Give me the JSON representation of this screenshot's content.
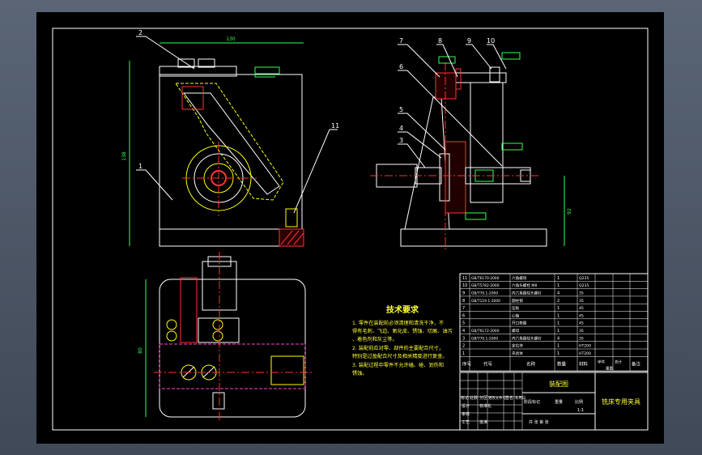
{
  "colors": {
    "background": "#4f5a6a",
    "paper": "#000000",
    "frame": "#ffffff",
    "outline": "#ffffff",
    "hatch": "#ff3333",
    "centerline": "#ff3030",
    "hidden": "#ffff00",
    "dimension": "#33ff55",
    "leader": "#ffffff",
    "text_yellow": "#ffff33"
  },
  "balloons": {
    "front": [
      "2",
      "1",
      "11"
    ],
    "side": [
      "7",
      "8",
      "9",
      "10",
      "6",
      "5",
      "4",
      "3"
    ]
  },
  "technical_requirements": {
    "title": "技术要求",
    "items": [
      "1. 零件在装配前必须清理和清洗干净，不得有毛刺、飞边、氧化皮、锈蚀、切屑、油污、着色剂和灰尘等。",
      "2. 装配前应对零、部件的主要配合尺寸，特别是过盈配合尺寸及相关精度进行复查。",
      "3. 装配过程中零件不允许磕、碰、划伤和锈蚀。"
    ]
  },
  "parts_list": {
    "rows": [
      {
        "no": "11",
        "code": "GB/T6170-2000",
        "name": "六角螺母",
        "qty": "1",
        "material": "Q235"
      },
      {
        "no": "10",
        "code": "GB/T5782-2000",
        "name": "六角头螺栓 M8",
        "qty": "1",
        "material": "Q235"
      },
      {
        "no": "9",
        "code": "GB/T70.1-2000",
        "name": "内六角圆柱头螺钉",
        "qty": "4",
        "material": "35"
      },
      {
        "no": "8",
        "code": "GB/T119.1-2000",
        "name": "圆柱销",
        "qty": "2",
        "material": "35"
      },
      {
        "no": "7",
        "code": "",
        "name": "压板",
        "qty": "1",
        "material": "45"
      },
      {
        "no": "6",
        "code": "",
        "name": "心轴",
        "qty": "1",
        "material": "45"
      },
      {
        "no": "5",
        "code": "",
        "name": "开口垫圈",
        "qty": "1",
        "material": "45"
      },
      {
        "no": "4",
        "code": "GB/T6172-2000",
        "name": "螺母",
        "qty": "1",
        "material": "35"
      },
      {
        "no": "3",
        "code": "GB/T70.1-2000",
        "name": "内六角圆柱头螺钉",
        "qty": "4",
        "material": "35"
      },
      {
        "no": "2",
        "code": "",
        "name": "定位块",
        "qty": "1",
        "material": "HT200"
      },
      {
        "no": "1",
        "code": "",
        "name": "夹具体",
        "qty": "1",
        "material": "HT200"
      }
    ],
    "headers": {
      "no": "序号",
      "code": "代号",
      "name": "名称",
      "qty": "数量",
      "material": "材料",
      "remark": "备注"
    },
    "column_extras": [
      "单件",
      "总计",
      "重量"
    ]
  },
  "title_block": {
    "drawing_type": "装配图",
    "title": "铣床专用夹具",
    "labels": {
      "mark": "标记",
      "count": "处数",
      "zone": "分区",
      "doc_no": "更改文件号",
      "sign": "签名",
      "date": "年月日",
      "design": "设计",
      "standard": "标准化",
      "stage": "阶段标记",
      "weight": "重量",
      "scale": "比例",
      "check": "审核",
      "process": "工艺",
      "approve": "批准",
      "sheets": "共  张  第  张",
      "scale_val": "1:1"
    }
  },
  "dimensions": {
    "front_top": "130",
    "front_left": "138",
    "side_right": "92",
    "bottom_left": "80"
  }
}
